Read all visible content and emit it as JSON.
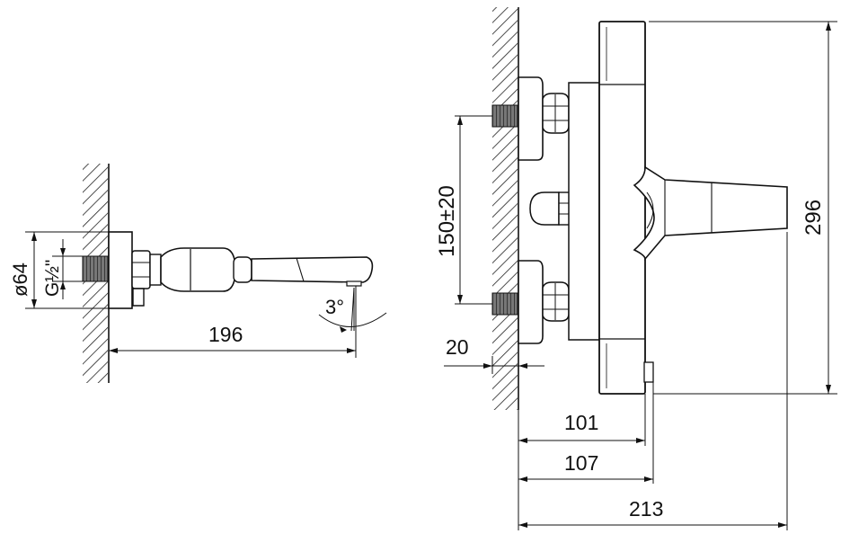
{
  "dimensions": {
    "side_view": {
      "diameter": "ø64",
      "thread": "G½\"",
      "projection": "196",
      "spout_angle": "3°"
    },
    "front_view": {
      "center_distance": "150±20",
      "wall_offset": "20",
      "height": "296",
      "depth_1": "101",
      "depth_2": "107",
      "depth_3": "213"
    }
  },
  "colors": {
    "line": "#111111",
    "background": "#ffffff",
    "hatch": "#222222",
    "thread_fill": "#555555"
  }
}
